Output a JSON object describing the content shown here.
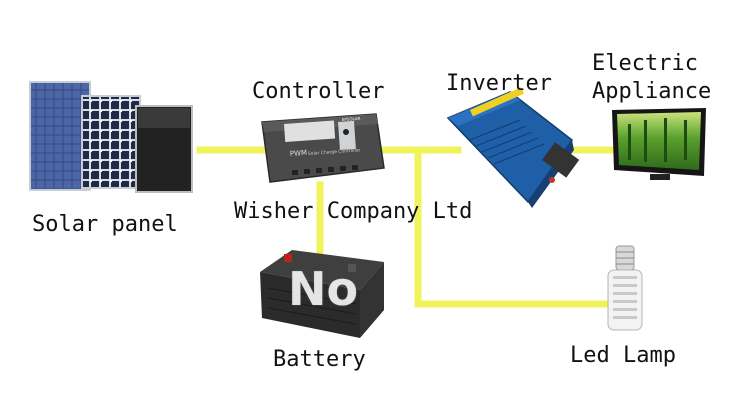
{
  "labels": {
    "solar_panel": "Solar panel",
    "controller": "Controller",
    "inverter": "Inverter",
    "electric": "Electric",
    "appliance": "Appliance",
    "company": "Wisher Company Ltd",
    "battery": "Battery",
    "led_lamp": "Led Lamp"
  },
  "watermark": "No",
  "device_text": {
    "controller_brand": "PWM",
    "controller_subtitle": "Solar Charge Controller",
    "controller_model": "EPSOLAR"
  },
  "colors": {
    "wire": "#f1f35a",
    "inverter_blue": "#1f5fa8",
    "controller_gray": "#4a4a4a",
    "screen_green": "#3f8f2a"
  }
}
